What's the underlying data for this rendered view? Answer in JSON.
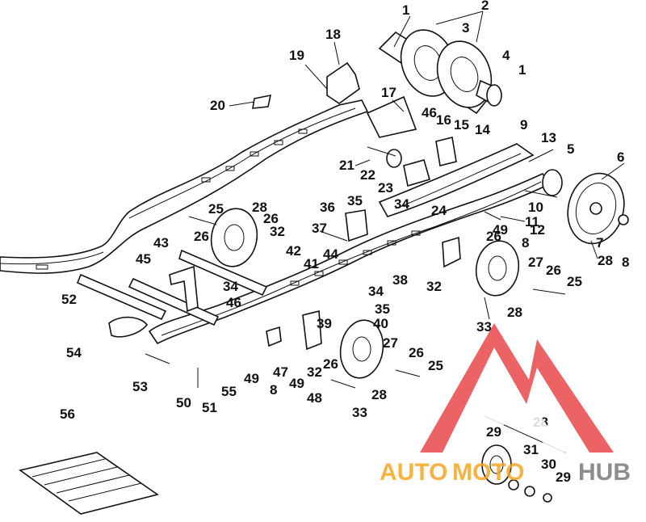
{
  "diagram": {
    "labels": [
      "1",
      "2",
      "3",
      "4",
      "1",
      "18",
      "19",
      "20",
      "17",
      "46",
      "16",
      "15",
      "14",
      "9",
      "13",
      "5",
      "6",
      "21",
      "22",
      "23",
      "36",
      "35",
      "34",
      "10",
      "11",
      "12",
      "24",
      "25",
      "28",
      "26",
      "37",
      "32",
      "26",
      "43",
      "42",
      "41",
      "44",
      "49",
      "26",
      "8",
      "28",
      "7",
      "8",
      "27",
      "26",
      "25",
      "45",
      "38",
      "32",
      "28",
      "52",
      "34",
      "46",
      "34",
      "35",
      "40",
      "33",
      "39",
      "54",
      "27",
      "26",
      "25",
      "32",
      "26",
      "49",
      "47",
      "53",
      "50",
      "51",
      "55",
      "8",
      "49",
      "48",
      "28",
      "33",
      "56",
      "29",
      "28",
      "31",
      "30",
      "29"
    ]
  },
  "watermark": {
    "text_left": "AUTO",
    "text_middle": "MOTO",
    "text_right": "HUB",
    "color_logo": "#e8484a",
    "color_text_orange": "#f5a623",
    "color_text_gray": "#7a7a7a"
  }
}
